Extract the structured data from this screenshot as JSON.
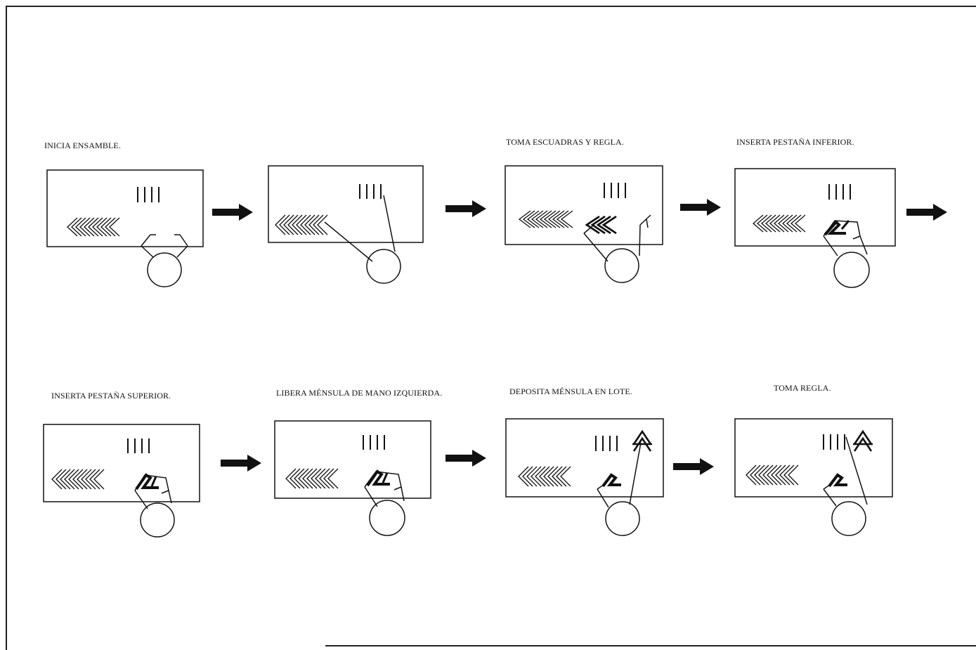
{
  "steps": [
    {
      "caption": "INICIA ENSAMBLE."
    },
    {
      "caption": ""
    },
    {
      "caption": "TOMA ESCUADRAS Y REGLA."
    },
    {
      "caption": "INSERTA PESTAÑA INFERIOR."
    },
    {
      "caption": "INSERTA PESTAÑA SUPERIOR."
    },
    {
      "caption": "LIBERA MÉNSULA DE MANO IZQUIERDA."
    },
    {
      "caption": "DEPOSITA MÉNSULA EN LOTE."
    },
    {
      "caption": "TOMA REGLA."
    }
  ],
  "icons": {
    "flow_arrow": "right-arrow-icon",
    "worker": "operator-circle-icon",
    "parts_stack": "bracket-stack-icon",
    "rulers": "ruler-set-icon",
    "hand_piece": "bracket-in-hand-icon",
    "deposited_piece": "bracket-lot-icon"
  },
  "colors": {
    "line": "#111111",
    "background": "#ffffff"
  }
}
